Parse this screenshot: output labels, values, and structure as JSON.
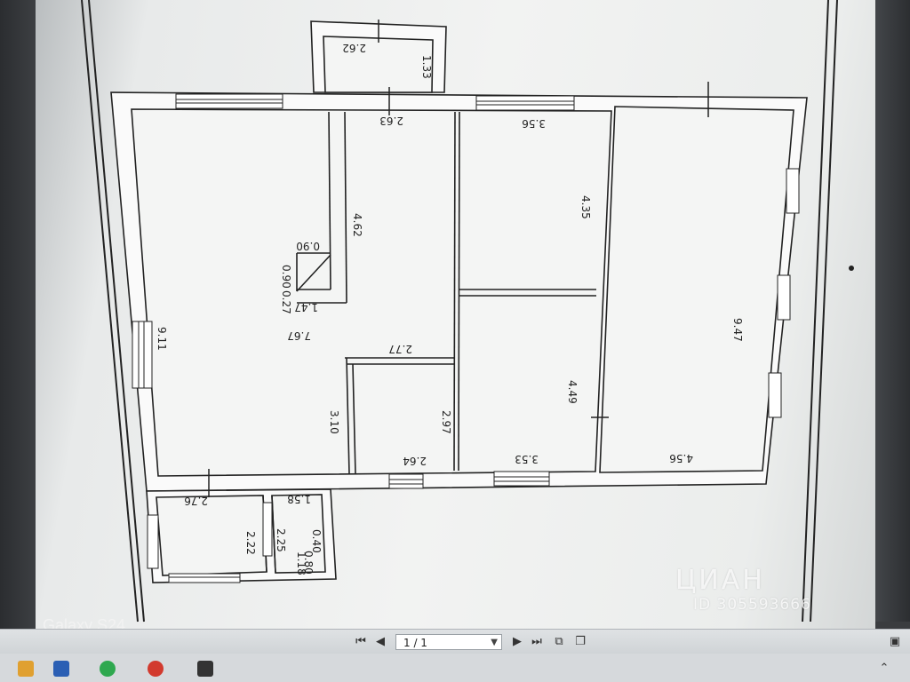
{
  "camera_label": "Galaxy S24",
  "watermark": {
    "logo": "ЦИАН",
    "id": "ID 305593666"
  },
  "viewer": {
    "page_indicator": "1 / 1"
  },
  "dimensions": {
    "balcony_width": "2.62",
    "balcony_depth": "1.33",
    "corridor_width": "2.63",
    "corridor_length": "4.62",
    "closet_a": "0.90",
    "closet_b": "0.90",
    "closet_c": "0.27",
    "closet_d": "1.47",
    "living_length": "9.11",
    "living_width": "7.67",
    "bath_top": "2.77",
    "bath_left": "3.10",
    "bath_right": "2.97",
    "bath_bottom": "2.64",
    "bedroom_top_width": "3.56",
    "bedroom_top_depth": "4.35",
    "bedroom_mid_depth": "4.49",
    "bedroom_mid_width": "3.53",
    "large_room_length": "9.47",
    "large_room_width": "4.56",
    "porch_width": "2.76",
    "porch_depth": "2.22",
    "vestibule_width": "1.58",
    "vestibule_depth": "2.25",
    "vestibule_step": "0.40",
    "vestibule_door": "0.80",
    "vestibule_len": "1.18"
  }
}
